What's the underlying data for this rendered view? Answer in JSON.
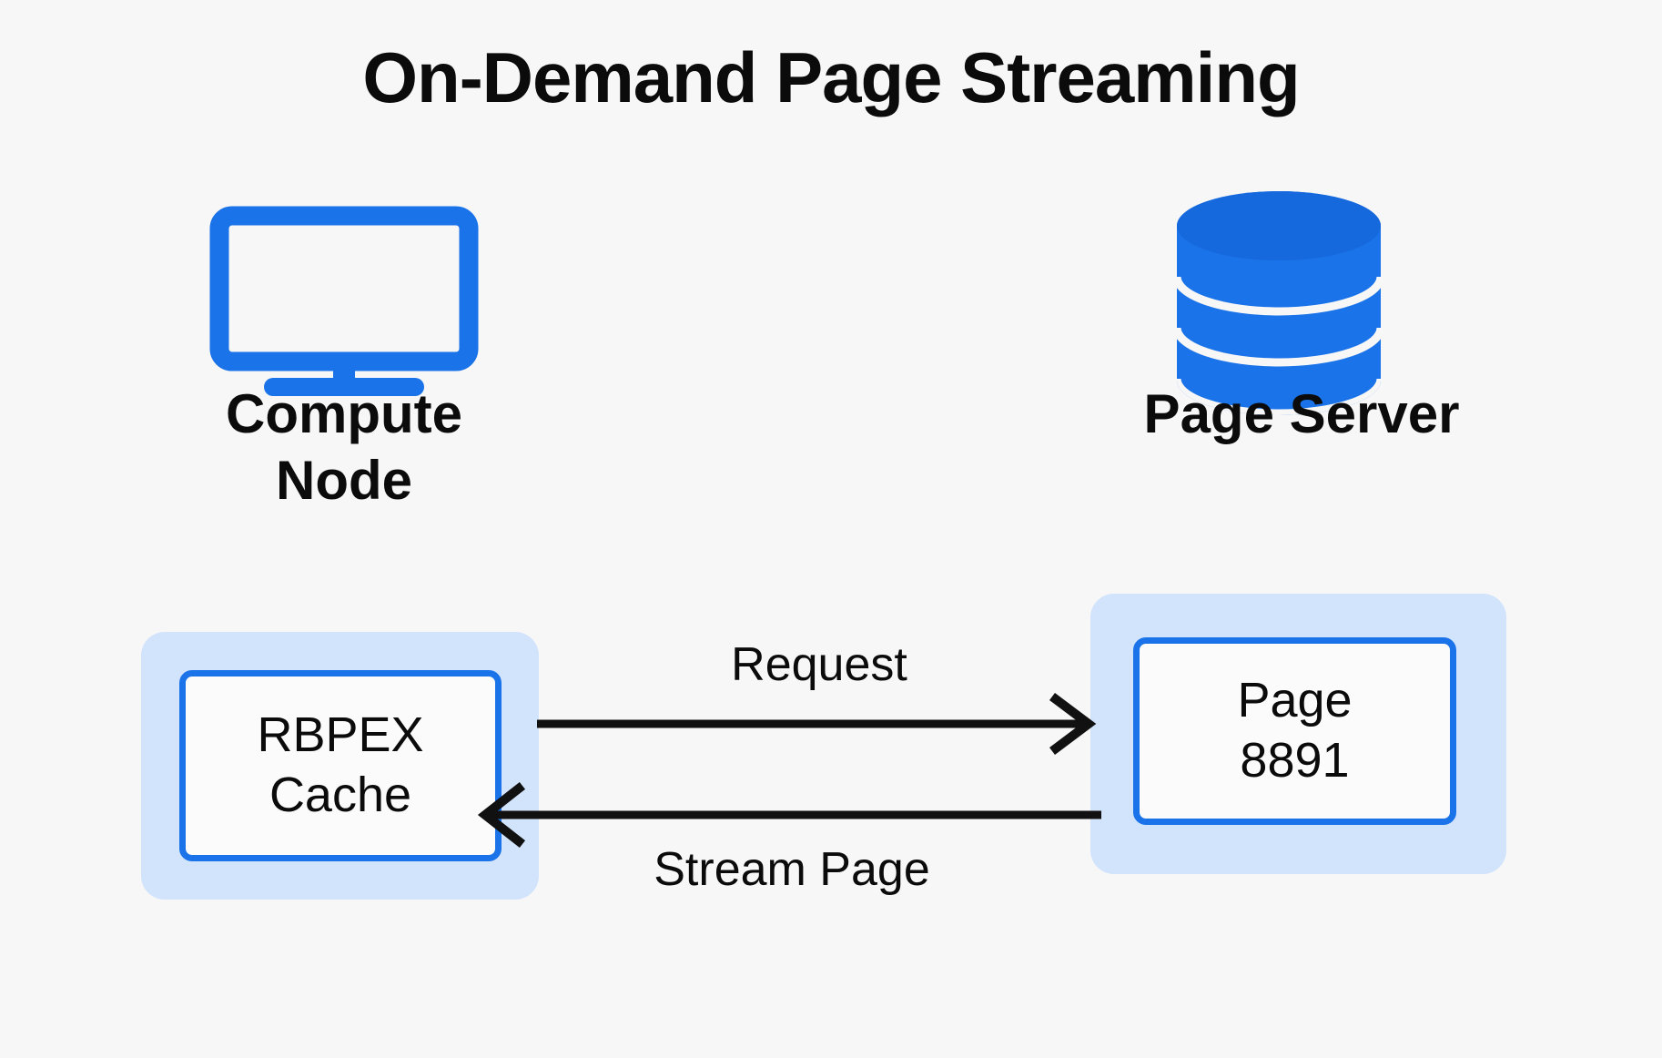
{
  "diagram": {
    "title": "On-Demand Page Streaming",
    "background_color": "#f7f7f7",
    "accent_color": "#1a73e8",
    "tint_color": "#d2e3fc",
    "text_color": "#0b0b0b",
    "nodes": [
      {
        "id": "compute-node",
        "label": "Compute\nNode",
        "icon": "monitor-icon",
        "container": {
          "tint_color": "#d2e3fc",
          "inner": {
            "label": "RBPEX\nCache",
            "border_color": "#1a73e8",
            "fill_color": "#fbfbfb"
          }
        }
      },
      {
        "id": "page-server",
        "label": "Page Server",
        "icon": "database-icon",
        "container": {
          "tint_color": "#d2e3fc",
          "inner": {
            "label": "Page\n8891",
            "border_color": "#1a73e8",
            "fill_color": "#fbfbfb"
          }
        }
      }
    ],
    "connections": [
      {
        "id": "request",
        "label": "Request",
        "direction": "right",
        "from": "compute-node",
        "to": "page-server",
        "color": "#111111"
      },
      {
        "id": "stream-page",
        "label": "Stream Page",
        "direction": "left",
        "from": "page-server",
        "to": "compute-node",
        "color": "#111111"
      }
    ]
  }
}
